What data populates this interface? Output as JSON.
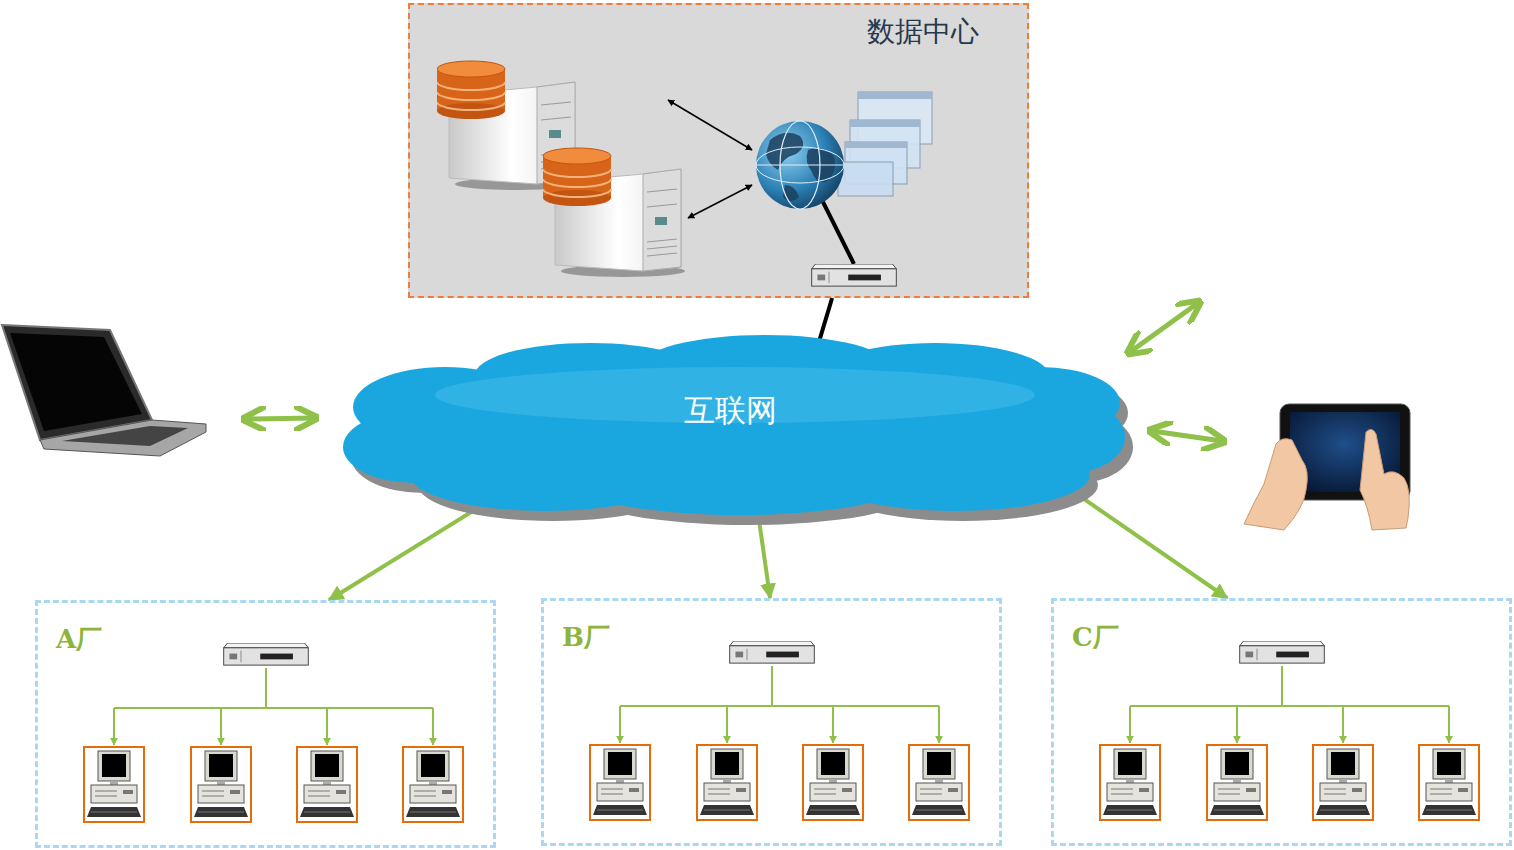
{
  "diagram": {
    "nodes": [
      {
        "text": [
          "数据中心"
        ]
      },
      {
        "text": [
          "互联网"
        ]
      },
      {
        "text": [
          "A厂"
        ]
      },
      {
        "text": [
          "B厂"
        ]
      },
      {
        "text": [
          "C厂"
        ]
      }
    ],
    "edges": [
      {
        "from": 0,
        "to": 1,
        "arrow": "none"
      },
      {
        "from": 1,
        "to": 2,
        "arrow": "to"
      },
      {
        "from": 1,
        "to": 3,
        "arrow": "to"
      },
      {
        "from": 1,
        "to": 4,
        "arrow": "to"
      }
    ]
  }
}
